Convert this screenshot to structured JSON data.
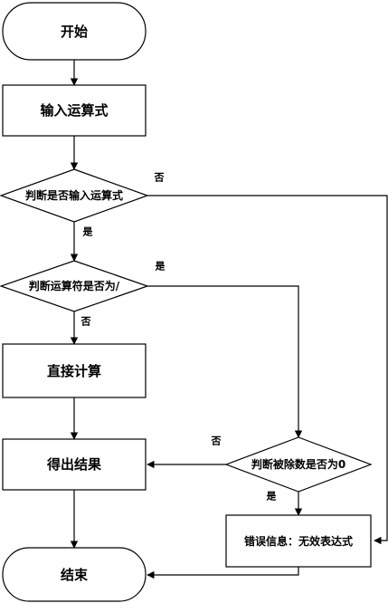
{
  "flowchart": {
    "nodes": {
      "start": "开始",
      "input_expr": "输入运算式",
      "check_input": "判断是否输入运算式",
      "check_operator": "判断运算符是否为/",
      "direct_calc": "直接计算",
      "get_result": "得出结果",
      "check_divisor": "判断被除数是否为0",
      "error_msg": "错误信息：无效表达式",
      "end": "结束"
    },
    "edges": {
      "input_no": "否",
      "input_yes": "是",
      "operator_yes": "是",
      "operator_no": "否",
      "divisor_no": "否",
      "divisor_yes": "是"
    }
  },
  "colors": {
    "stroke": "#000000",
    "fill": "#ffffff",
    "text": "#000000"
  }
}
